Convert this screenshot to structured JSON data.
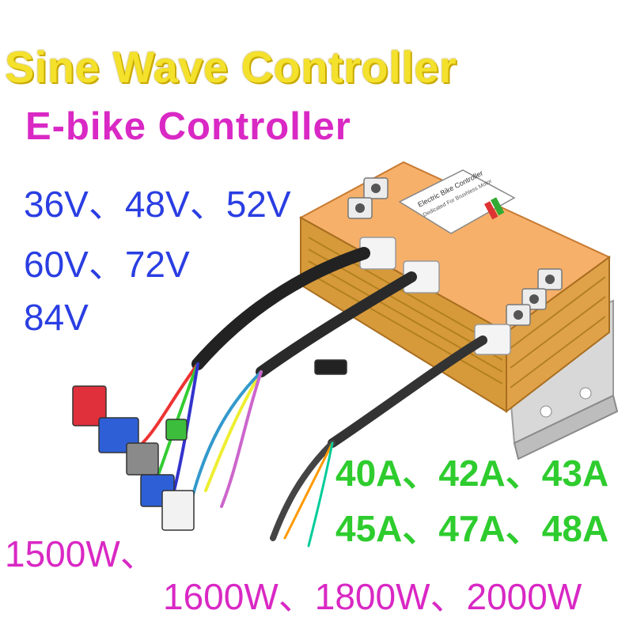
{
  "headline": {
    "title": "Sine Wave Controller",
    "subtitle": "E-bike Controller"
  },
  "specs": {
    "voltages": [
      "36V、48V、52V",
      "60V、72V",
      "84V"
    ],
    "currents": [
      "40A、42A、43A",
      "45A、47A、48A"
    ],
    "powers": [
      "1500W、",
      "1600W、1800W、2000W"
    ]
  },
  "product_label": {
    "line1": "Electric Bike Controller",
    "line2": "Dedicated For Brushless Motor"
  },
  "colors": {
    "title": "#f4e12c",
    "subtitle": "#d928c4",
    "voltage": "#2a3ee2",
    "current": "#2ecc2e",
    "power": "#d928c4",
    "housing": "#f2a25a"
  }
}
